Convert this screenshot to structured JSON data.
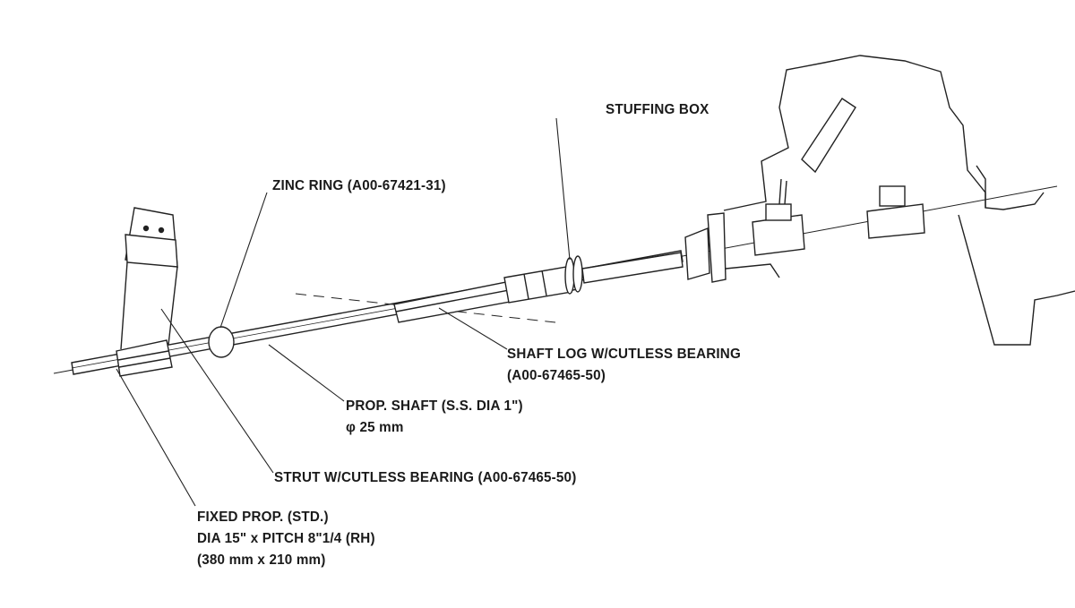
{
  "labels": {
    "stuffing_box": "STUFFING BOX",
    "zinc_ring": "ZINC RING (A00-67421-31)",
    "shaft_log": [
      "SHAFT LOG W/CUTLESS BEARING",
      "(A00-67465-50)"
    ],
    "prop_shaft": [
      "PROP. SHAFT (S.S. DIA 1\")",
      "φ 25 mm"
    ],
    "strut": "STRUT W/CUTLESS BEARING (A00-67465-50)",
    "fixed_prop": [
      "FIXED PROP. (STD.)",
      "DIA 15\" x PITCH 8\"1/4 (RH)",
      "(380 mm x 210 mm)"
    ]
  }
}
